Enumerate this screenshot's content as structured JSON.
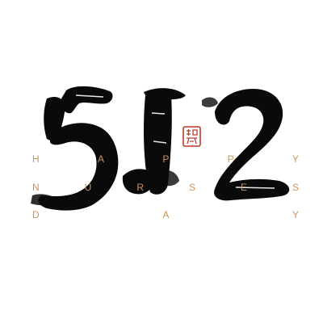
{
  "art": {
    "numerals": "512",
    "seal_text": "护理",
    "ink_color": "#0a0a0a",
    "seal_color": "#c0392b",
    "accent_color": "#c9935f"
  },
  "rows": {
    "happy": [
      "H",
      "A",
      "P",
      "P",
      "Y"
    ],
    "nurses": [
      "N",
      "U",
      "R",
      "S",
      "E",
      "S"
    ],
    "day": [
      "D",
      "A",
      "Y"
    ]
  }
}
